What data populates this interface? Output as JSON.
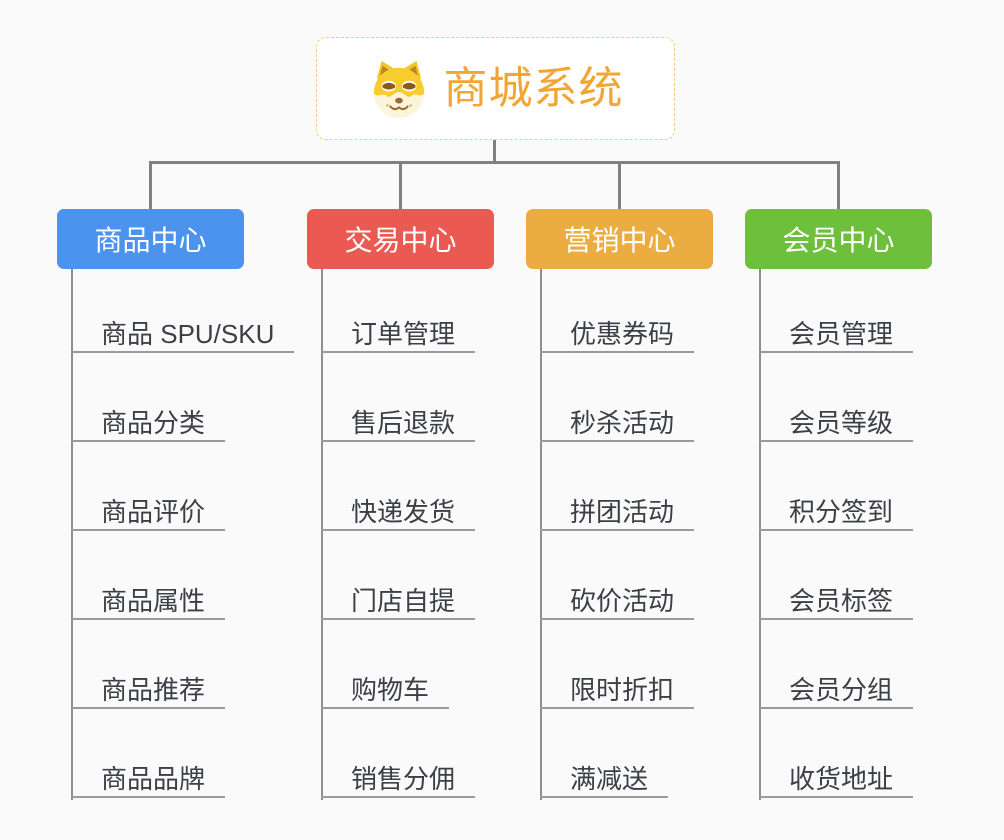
{
  "page": {
    "background_color": "#FAFAFA",
    "connector_color": "#808080"
  },
  "root": {
    "label": "商城系统",
    "icon": "doge-face-icon",
    "text_color": "#F2A533",
    "border_color": "#F7C97F"
  },
  "branches": [
    {
      "label": "商品中心",
      "color": "#4B93EC",
      "children": [
        "商品 SPU/SKU",
        "商品分类",
        "商品评价",
        "商品属性",
        "商品推荐",
        "商品品牌"
      ]
    },
    {
      "label": "交易中心",
      "color": "#EA5A52",
      "children": [
        "订单管理",
        "售后退款",
        "快递发货",
        "门店自提",
        "购物车",
        "销售分佣"
      ]
    },
    {
      "label": "营销中心",
      "color": "#EBAD42",
      "children": [
        "优惠券码",
        "秒杀活动",
        "拼团活动",
        "砍价活动",
        "限时折扣",
        "满减送"
      ]
    },
    {
      "label": "会员中心",
      "color": "#6EC03C",
      "children": [
        "会员管理",
        "会员等级",
        "积分签到",
        "会员标签",
        "会员分组",
        "收货地址"
      ]
    }
  ]
}
